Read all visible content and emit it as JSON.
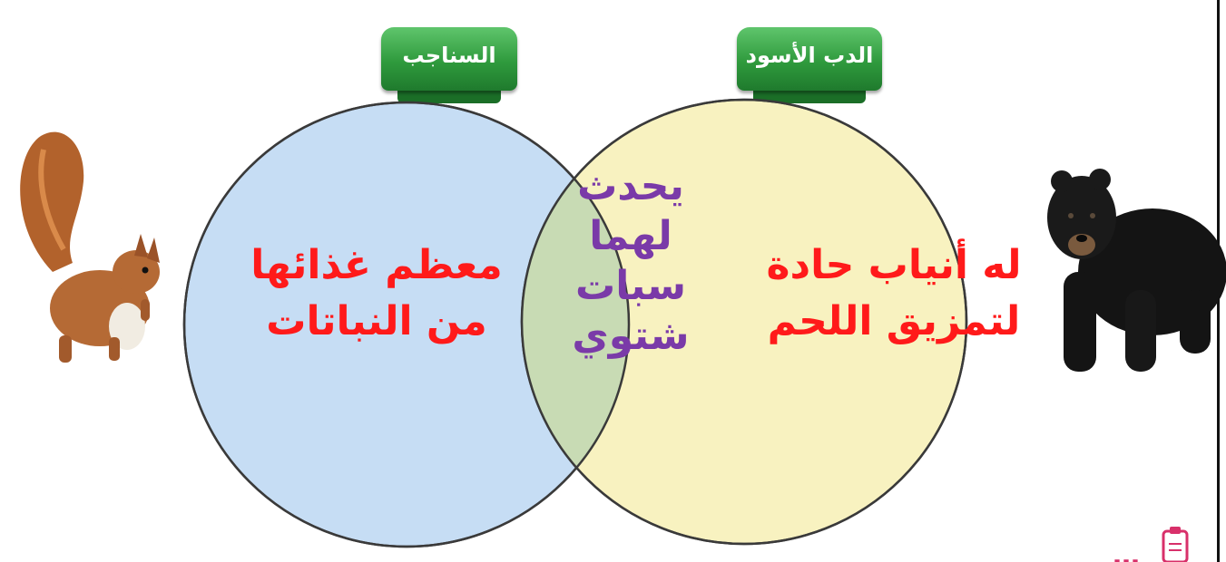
{
  "venn": {
    "left_set": {
      "label": "السناجب",
      "unique_trait": [
        "معظم غذائها",
        "من النباتات"
      ],
      "fill": "#c6ddf4"
    },
    "right_set": {
      "label": "الدب الأسود",
      "unique_trait": [
        "له أنياب حادة",
        "لتمزيق اللحم"
      ],
      "fill": "#f8f2c0"
    },
    "shared_trait": [
      "يحدث",
      "لهما",
      "سبات",
      "شتوي"
    ],
    "colors": {
      "unique_text": "#ff1a1a",
      "shared_text": "#7a3aa8",
      "tab_green": "#2f9a3d"
    }
  },
  "images": {
    "left": "squirrel",
    "right": "black-bear"
  },
  "footer": {
    "icon": "clipboard-icon",
    "text": "…"
  }
}
